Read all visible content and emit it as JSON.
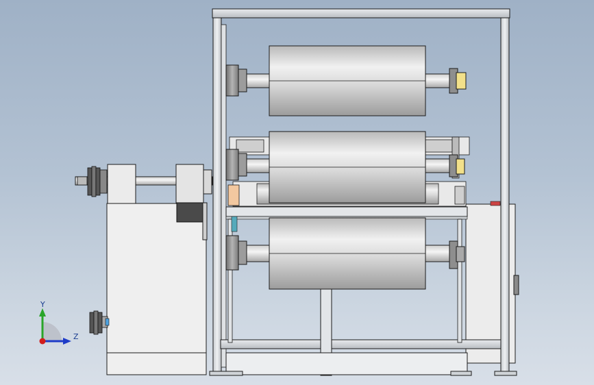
{
  "viewport": {
    "background_top": "#9fb1c6",
    "background_bottom": "#d8dfe8"
  },
  "triad": {
    "x_color": "#d21d1d",
    "y_color": "#2aa52a",
    "z_color": "#1e3cc8",
    "y_label": "Y",
    "z_label": "Z"
  },
  "model": {
    "metal_light": "#f1f1f1",
    "metal_dark": "#9a9a9a",
    "frame_color": "#d9dcdf",
    "edge_color": "#1b1b1b",
    "brass_color": "#f2e08a",
    "rollers": 3
  }
}
